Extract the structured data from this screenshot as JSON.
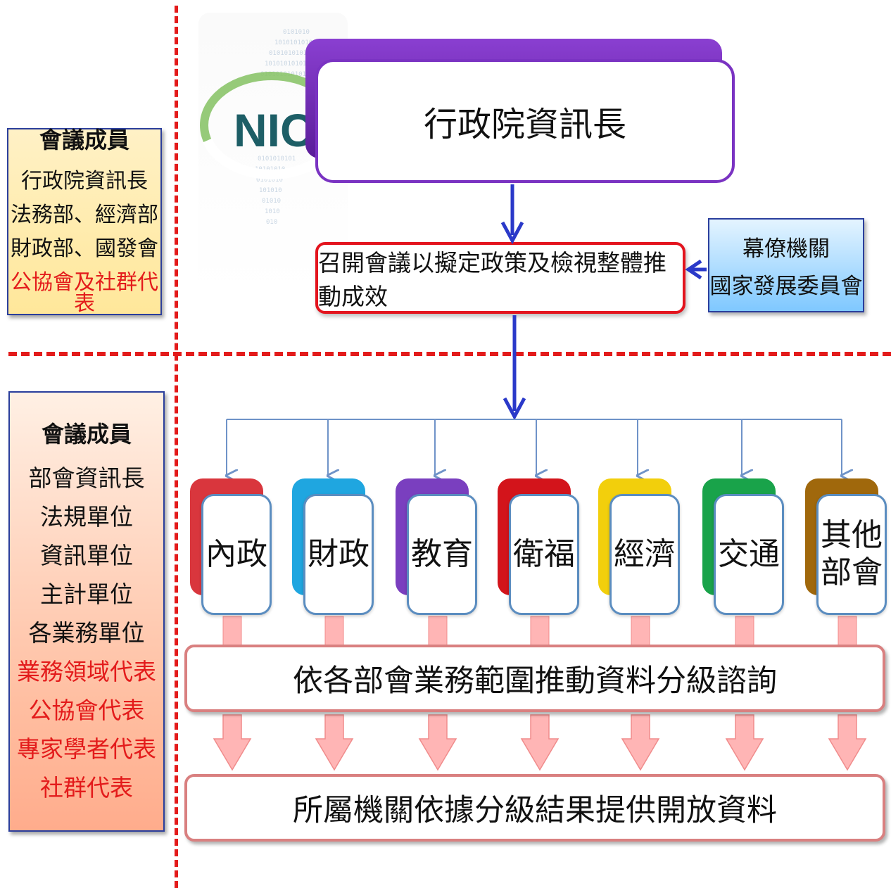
{
  "left_panels": {
    "upper": {
      "heading": "會議成員",
      "lines": [
        "行政院資訊長",
        "法務部、經濟部",
        "財政部、國發會",
        "公協會及社群代表"
      ]
    },
    "lower": {
      "heading": "會議成員",
      "lines": [
        "部會資訊長",
        "法規單位",
        "資訊單位",
        "主計單位",
        "各業務單位",
        "業務領域代表",
        "公協會代表",
        "專家學者代表",
        "社群代表"
      ]
    }
  },
  "logo": {
    "text": "NICI"
  },
  "top_box": {
    "label": "行政院資訊長"
  },
  "meeting_box": {
    "label": "召開會議以擬定政策及檢視整體推動成效"
  },
  "staff_box": {
    "line1": "幕僚機關",
    "line2": "國家發展委員會"
  },
  "ministries": [
    {
      "label": "內政",
      "color": "#d9363d"
    },
    {
      "label": "財政",
      "color": "#1fa6e0"
    },
    {
      "label": "教育",
      "color": "#7a3fbf"
    },
    {
      "label": "衛福",
      "color": "#d3141b"
    },
    {
      "label": "經濟",
      "color": "#f2cf0c"
    },
    {
      "label": "交通",
      "color": "#19a34a"
    },
    {
      "label": "其他部會",
      "color": "#a0680c"
    }
  ],
  "bar_consult": {
    "label": "依各部會業務範圍推動資料分級諮詢"
  },
  "bar_provide": {
    "label": "所屬機關依據分級結果提供開放資料"
  },
  "colors": {
    "dash": "#e31b1b",
    "arrow_main": "#2a39c9",
    "branch": "#6f93c8",
    "block_arrow": "#ffb5b5"
  }
}
